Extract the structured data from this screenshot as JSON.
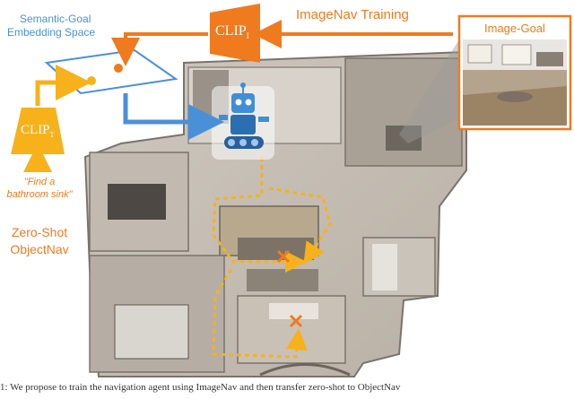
{
  "top": {
    "title": "ImageNav Training",
    "clip_image_label": "CLIP",
    "clip_image_sub": "I"
  },
  "semantic_space": {
    "label_line1": "Semantic-Goal",
    "label_line2": "Embedding Space"
  },
  "image_goal": {
    "label": "Image-Goal"
  },
  "left": {
    "clip_text_label": "CLIP",
    "clip_text_sub": "T",
    "quote_line1": "\"Find a",
    "quote_line2": "bathroom sink\"",
    "task_line1": "Zero-Shot",
    "task_line2": "ObjectNav"
  },
  "colors": {
    "accent_orange": "#f29a2e",
    "accent_blue": "#4a90d9",
    "path_dotted": "#f7b21b",
    "goal_marker": "#f07a1e"
  },
  "caption": "1: We propose to train the navigation agent using ImageNav and then transfer zero-shot to ObjectNav"
}
